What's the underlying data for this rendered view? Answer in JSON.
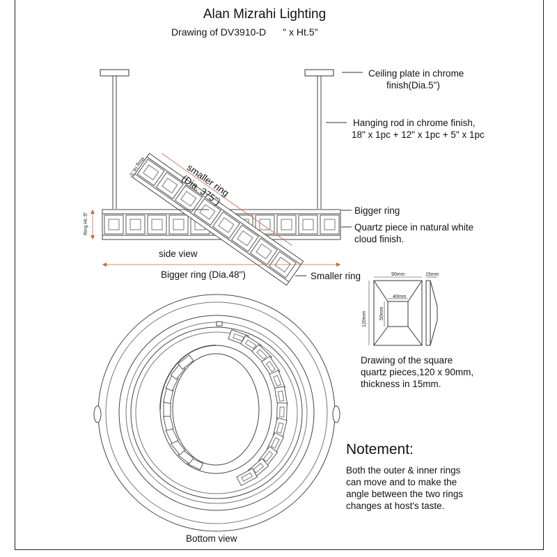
{
  "title": "Alan Mizrahi Lighting",
  "subtitle_prefix": "Drawing of DV3910-D",
  "subtitle_suffix": "\" x Ht.5\"",
  "callouts": {
    "ceiling_plate": [
      "Ceiling plate in chrome",
      "finish(Dia.5\")"
    ],
    "hanging_rod": [
      "Hanging rod in chrome finish,",
      "18\" x 1pc + 12\" x 1pc + 5\" x 1pc"
    ],
    "bigger_ring": "Bigger ring",
    "quartz_piece": [
      "Quartz piece in natural white",
      "cloud finish."
    ],
    "smaller_ring": "Smaller ring"
  },
  "side_view_label": "side view",
  "bigger_ring_dim": "Bigger ring (Dia.48\")",
  "smaller_ring_dim": [
    "smaller ring",
    "(Dia. 375\")"
  ],
  "ring_ht_big": "Ring Ht.:5\"",
  "ring_ht_small": "Ring Ht.:5\"",
  "quartz_drawing": {
    "width": "90mm",
    "thickness": "15mm",
    "height": "120mm",
    "inner_width": "40mm",
    "inner_height": "50mm",
    "caption": [
      "Drawing of the square",
      "quartz pieces,120 x 90mm,",
      "thickness in 15mm."
    ]
  },
  "notement": {
    "heading": "Notement:",
    "lines": [
      "Both the outer & inner rings",
      "can move and to make the",
      "angle between the two rings",
      "changes at host's taste."
    ]
  },
  "bottom_view_label": "Bottom view"
}
